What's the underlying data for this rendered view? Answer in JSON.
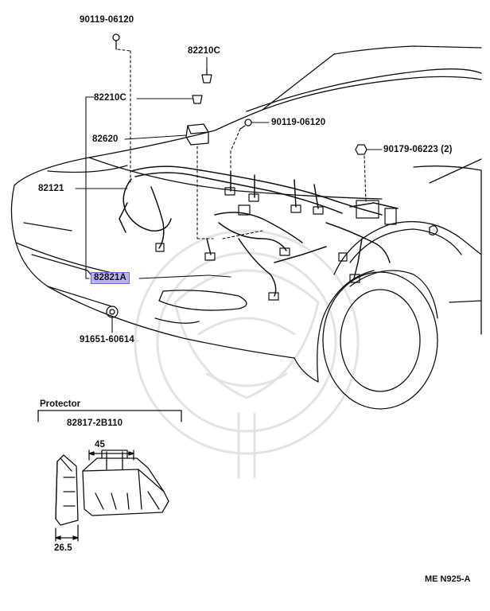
{
  "labels": {
    "bolt_top": "90119-06120",
    "clip_top": "82210C",
    "clip_left": "82210C",
    "relay": "82620",
    "bolt_right": "90119-06120",
    "nut_right": "90179-06223 (2)",
    "harness_left": "82121",
    "main_part": "82821A",
    "grommet": "91651-60614"
  },
  "inset": {
    "title": "Protector",
    "part_no": "82817-2B110",
    "dim_width": "45",
    "dim_height": "26.5"
  },
  "footer": {
    "code": "ME N925-A"
  },
  "colors": {
    "line": "#111111",
    "highlight": "#b7b2f2",
    "watermark": "#e6e6e6"
  }
}
